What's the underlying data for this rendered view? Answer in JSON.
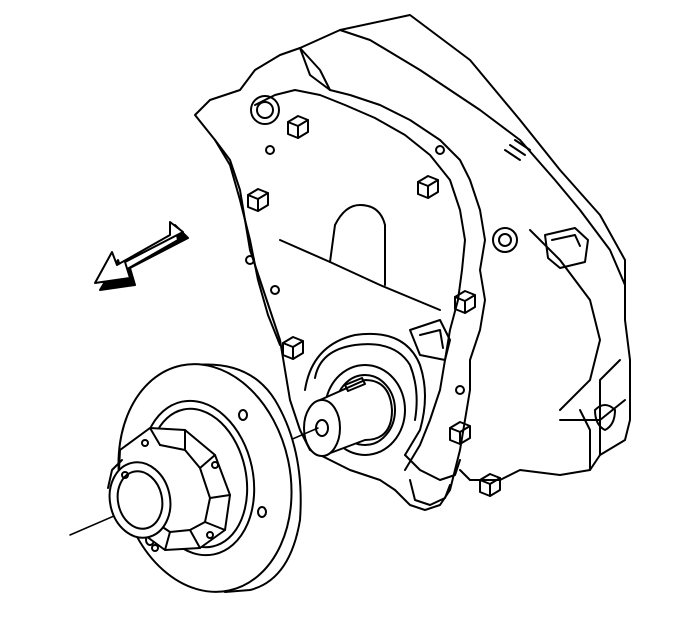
{
  "diagram": {
    "line_color": "#000000",
    "fill_color": "#ffffff",
    "icons": [
      "removal-direction-arrow-icon",
      "engine-front-cover",
      "crankshaft-nose",
      "harmonic-balancer-hub",
      "center-axis-line"
    ]
  }
}
